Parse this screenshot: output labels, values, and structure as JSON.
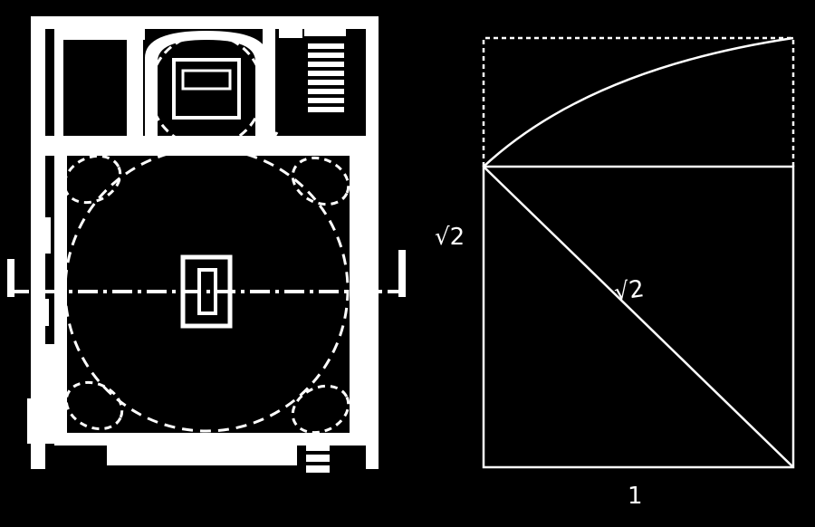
{
  "colors": {
    "background": "#000000",
    "ink": "#ffffff"
  },
  "left_panel": {
    "kind": "architectural-floor-plan"
  },
  "right_panel": {
    "kind": "root-two-rectangle-construction",
    "labels": {
      "left_side": "√2",
      "diagonal": "√2",
      "bottom_side": "1"
    }
  }
}
